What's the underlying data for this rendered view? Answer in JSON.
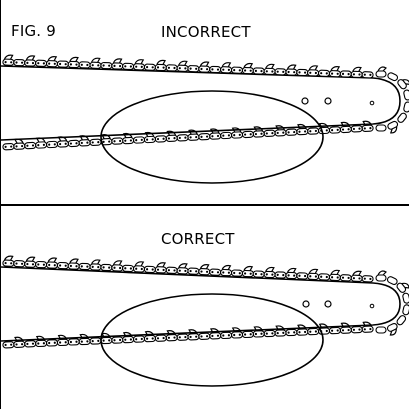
{
  "figure": {
    "fig_label": "FIG. 9",
    "panels": [
      {
        "title": "INCORRECT",
        "chain_fit": "sagging"
      },
      {
        "title": "CORRECT",
        "chain_fit": "snug"
      }
    ]
  }
}
